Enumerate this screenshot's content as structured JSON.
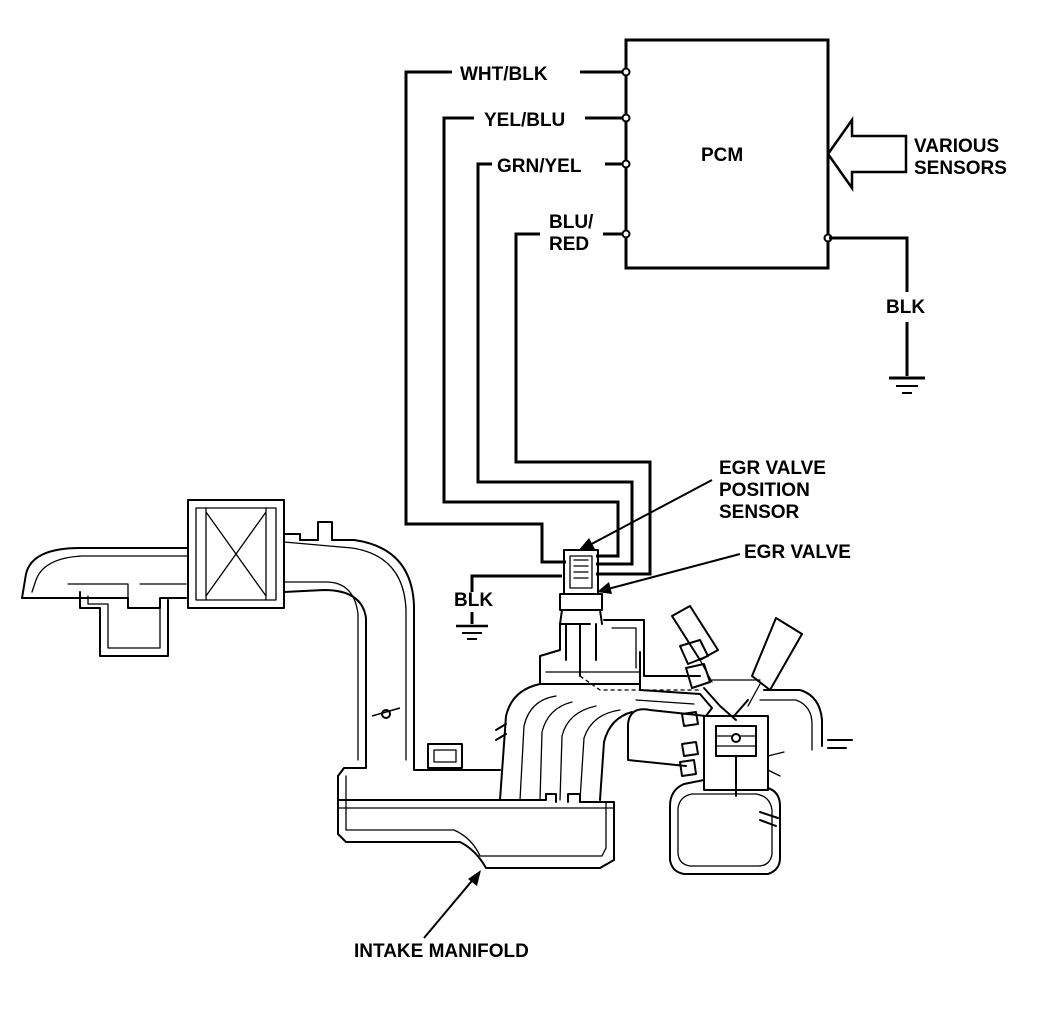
{
  "labels": {
    "pcm": "PCM",
    "various_sensors_1": "VARIOUS",
    "various_sensors_2": "SENSORS",
    "wire_wht_blk": "WHT/BLK",
    "wire_yel_blu": "YEL/BLU",
    "wire_grn_yel": "GRN/YEL",
    "wire_blu_red_1": "BLU/",
    "wire_blu_red_2": "RED",
    "ground_blk_pcm": "BLK",
    "ground_blk_egr": "BLK",
    "egr_pos_1": "EGR VALVE",
    "egr_pos_2": "POSITION",
    "egr_pos_3": "SENSOR",
    "egr_valve": "EGR VALVE",
    "intake_manifold": "INTAKE MANIFOLD"
  },
  "colors": {
    "line": "#000000",
    "background": "#ffffff"
  }
}
